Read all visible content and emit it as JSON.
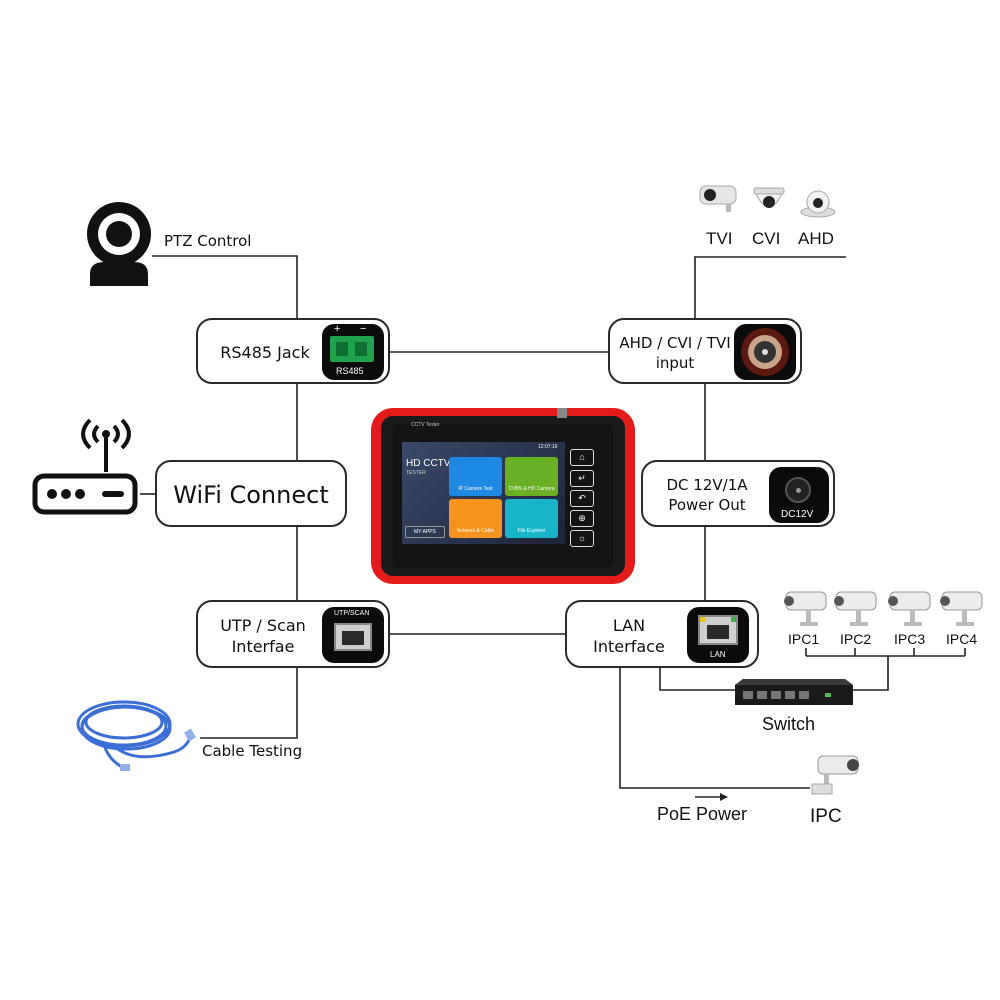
{
  "ptz": {
    "label": "PTZ Control"
  },
  "rs485": {
    "label": "RS485 Jack",
    "port_text": "RS485",
    "plus": "+",
    "minus": "−"
  },
  "ahd_input": {
    "line1": "AHD / CVI / TVI",
    "line2": "input"
  },
  "cameras_top": [
    "TVI",
    "CVI",
    "AHD"
  ],
  "wifi": {
    "label": "WiFi Connect"
  },
  "dc_out": {
    "line1": "DC 12V/1A",
    "line2": "Power Out",
    "port_text": "DC12V"
  },
  "utp": {
    "line1": "UTP / Scan",
    "line2": "Interfae",
    "port_text": "UTP/SCAN"
  },
  "lan": {
    "line1": "LAN",
    "line2": "Interface",
    "port_text": "LAN"
  },
  "cable_testing": {
    "label": "Cable Testing"
  },
  "ipc_group": [
    "IPC1",
    "IPC2",
    "IPC3",
    "IPC4"
  ],
  "switch": {
    "label": "Switch"
  },
  "poe": {
    "label": "PoE Power"
  },
  "ipc_single": {
    "label": "IPC"
  },
  "tester": {
    "brand": "CCTV Tester",
    "title": "HD CCTV",
    "subtitle": "TESTER",
    "time": "12:07:16",
    "my_apps": "MY APPS",
    "apps": [
      "IP Camera Test",
      "CVBS & HD Camera",
      "Network & Cable",
      "File Explorer"
    ],
    "colors": {
      "body": "#e31b1b",
      "frame": "#1a1a1a",
      "app1": "#1e88e5",
      "app2": "#6ab023",
      "app3": "#f5931e",
      "app4": "#18b4c8"
    }
  }
}
